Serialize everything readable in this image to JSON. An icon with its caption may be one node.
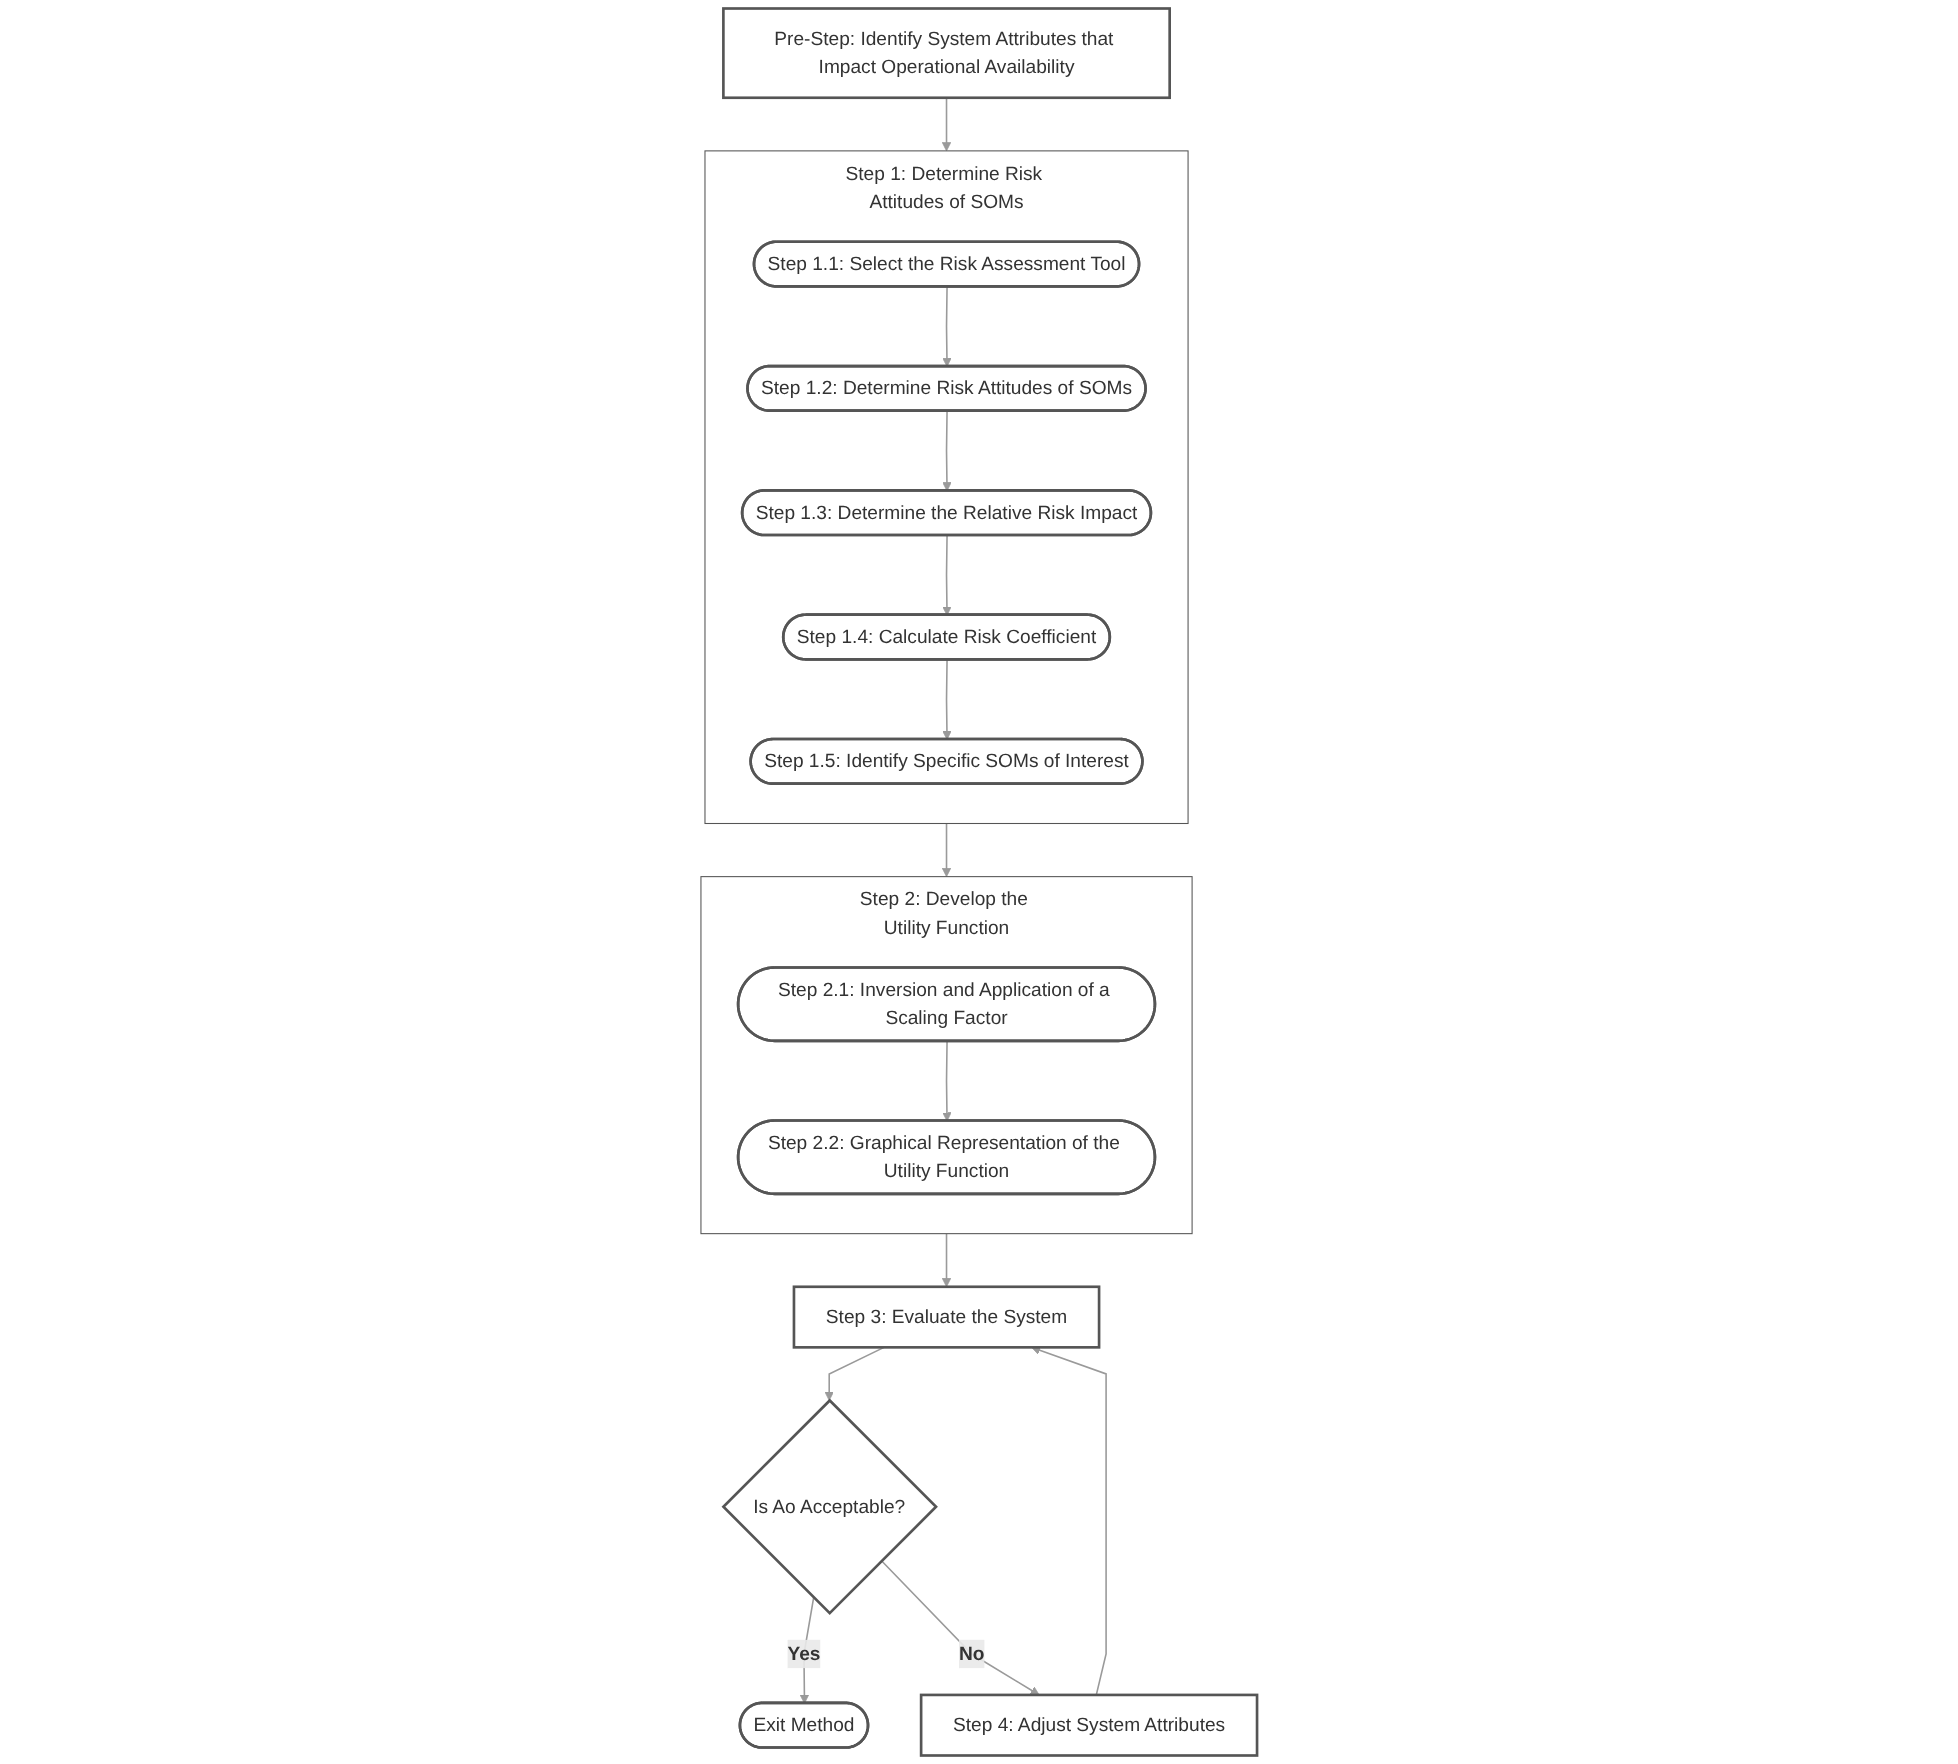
{
  "diagram": {
    "nodes": [
      {
        "text": [
          "Pre-Step: Identify System Attributes that Impact Operational Availability"
        ]
      },
      {
        "text": [
          "Step 1: Determine Risk Attitudes of SOMs"
        ]
      },
      {
        "text": [
          "Step 1.1: Select the Risk Assessment Tool"
        ],
        "in": 1
      },
      {
        "text": [
          "Step 1.2: Determine Risk Attitudes of SOMs"
        ],
        "in": 1
      },
      {
        "text": [
          "Step 1.3: Determine the Relative Risk Impact"
        ],
        "in": 1
      },
      {
        "text": [
          "Step 1.4: Calculate Risk Coefficient"
        ],
        "in": 1
      },
      {
        "text": [
          "Step 1.5: Identify Specific SOMs of Interest"
        ],
        "in": 1
      },
      {
        "text": [
          "Step 2: Develop the Utility Function"
        ]
      },
      {
        "text": [
          "Step 2.1: Inversion and Application of a Scaling Factor"
        ],
        "in": 7
      },
      {
        "text": [
          "Step 2.2: Graphical Representation of the Utility Function"
        ],
        "in": 7
      },
      {
        "text": [
          "Step 3: Evaluate the System"
        ]
      },
      {
        "text": [
          "Is Ao Acceptable?"
        ]
      },
      {
        "text": [
          "Exit Method"
        ]
      },
      {
        "text": [
          "Step 4: Adjust System Attributes"
        ]
      }
    ],
    "edges": [
      {
        "from": 0,
        "to": 1,
        "arrow": "to"
      },
      {
        "from": 2,
        "to": 3,
        "arrow": "to"
      },
      {
        "from": 3,
        "to": 4,
        "arrow": "to"
      },
      {
        "from": 4,
        "to": 5,
        "arrow": "to"
      },
      {
        "from": 5,
        "to": 6,
        "arrow": "to"
      },
      {
        "from": 1,
        "to": 7,
        "arrow": "to"
      },
      {
        "from": 8,
        "to": 9,
        "arrow": "to"
      },
      {
        "from": 7,
        "to": 10,
        "arrow": "to"
      },
      {
        "from": 10,
        "to": 11,
        "arrow": "to"
      },
      {
        "from": 11,
        "to": 12,
        "label": "Yes",
        "arrow": "to"
      },
      {
        "from": 11,
        "to": 13,
        "label": "No",
        "arrow": "to"
      },
      {
        "from": 13,
        "to": 10,
        "arrow": "to"
      }
    ]
  }
}
